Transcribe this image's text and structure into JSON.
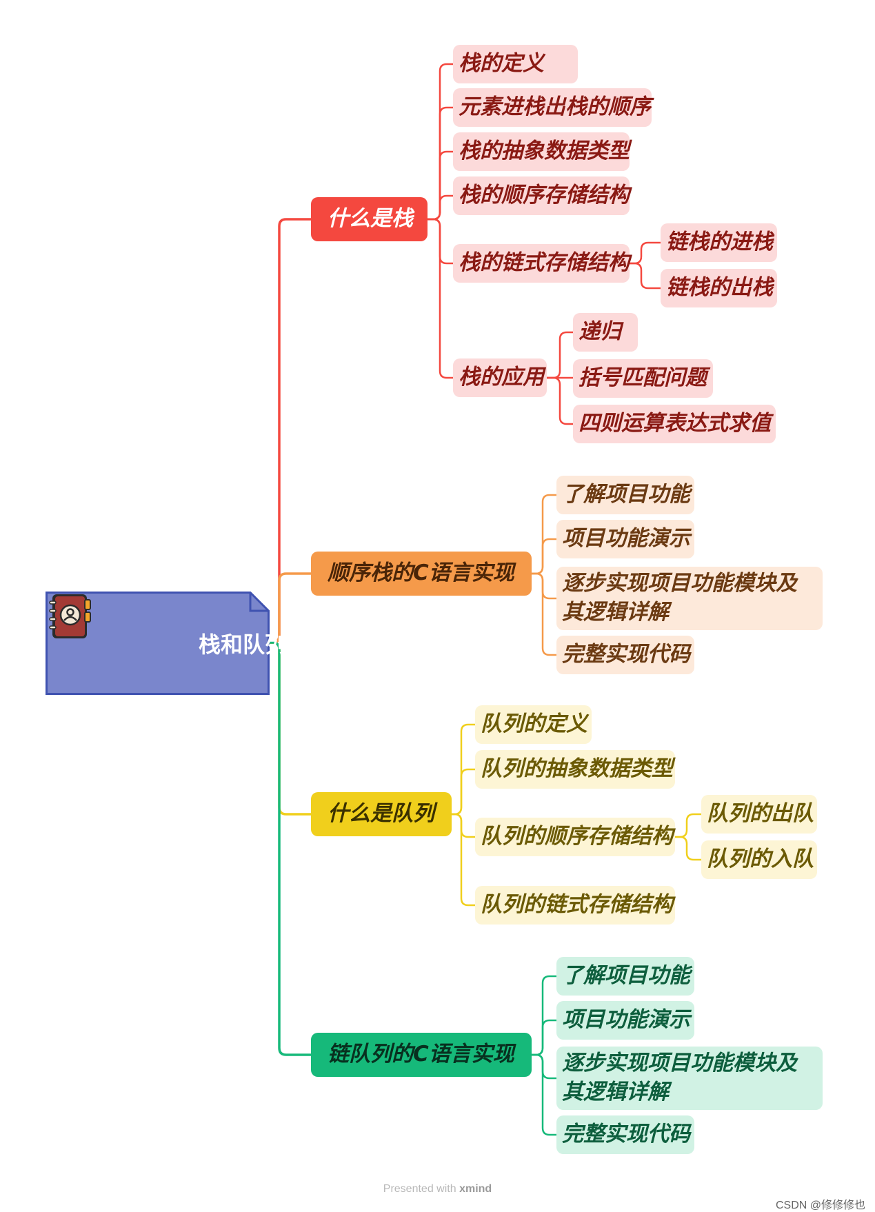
{
  "root": {
    "label": "栈和队列",
    "icon": "address-book-icon"
  },
  "colors": {
    "root_fill": "#7a86cc",
    "root_border": "#3f52b0",
    "red": "#f4483f",
    "red_leaf_bg": "#fcdada",
    "red_leaf_text": "#8a1a14",
    "orange": "#f59a4a",
    "orange_leaf_bg": "#fde9da",
    "orange_leaf_text": "#6b3a12",
    "yellow": "#f0cf1c",
    "yellow_leaf_bg": "#fdf5d5",
    "yellow_leaf_text": "#6b5a05",
    "green": "#16b97a",
    "green_leaf_bg": "#d1f2e4",
    "green_leaf_text": "#0d5e3d"
  },
  "branches": [
    {
      "label": "什么是栈",
      "children": [
        {
          "label": "栈的定义"
        },
        {
          "label": "元素进栈出栈的顺序"
        },
        {
          "label": "栈的抽象数据类型"
        },
        {
          "label": "栈的顺序存储结构"
        },
        {
          "label": "栈的链式存储结构",
          "children": [
            {
              "label": "链栈的进栈"
            },
            {
              "label": "链栈的出栈"
            }
          ]
        },
        {
          "label": "栈的应用",
          "children": [
            {
              "label": "递归"
            },
            {
              "label": "括号匹配问题"
            },
            {
              "label": "四则运算表达式求值"
            }
          ]
        }
      ]
    },
    {
      "label": "顺序栈的C语言实现",
      "children": [
        {
          "label": "了解项目功能"
        },
        {
          "label": "项目功能演示"
        },
        {
          "label": "逐步实现项目功能模块及其逻辑详解"
        },
        {
          "label": "完整实现代码"
        }
      ]
    },
    {
      "label": "什么是队列",
      "children": [
        {
          "label": "队列的定义"
        },
        {
          "label": "队列的抽象数据类型"
        },
        {
          "label": "队列的顺序存储结构",
          "children": [
            {
              "label": "队列的出队"
            },
            {
              "label": "队列的入队"
            }
          ]
        },
        {
          "label": "队列的链式存储结构"
        }
      ]
    },
    {
      "label": "链队列的C语言实现",
      "children": [
        {
          "label": "了解项目功能"
        },
        {
          "label": "项目功能演示"
        },
        {
          "label": "逐步实现项目功能模块及其逻辑详解"
        },
        {
          "label": "完整实现代码"
        }
      ]
    }
  ],
  "footer": {
    "prefix": "Presented with",
    "brand": "xmind"
  },
  "credit": "CSDN @修修修也"
}
